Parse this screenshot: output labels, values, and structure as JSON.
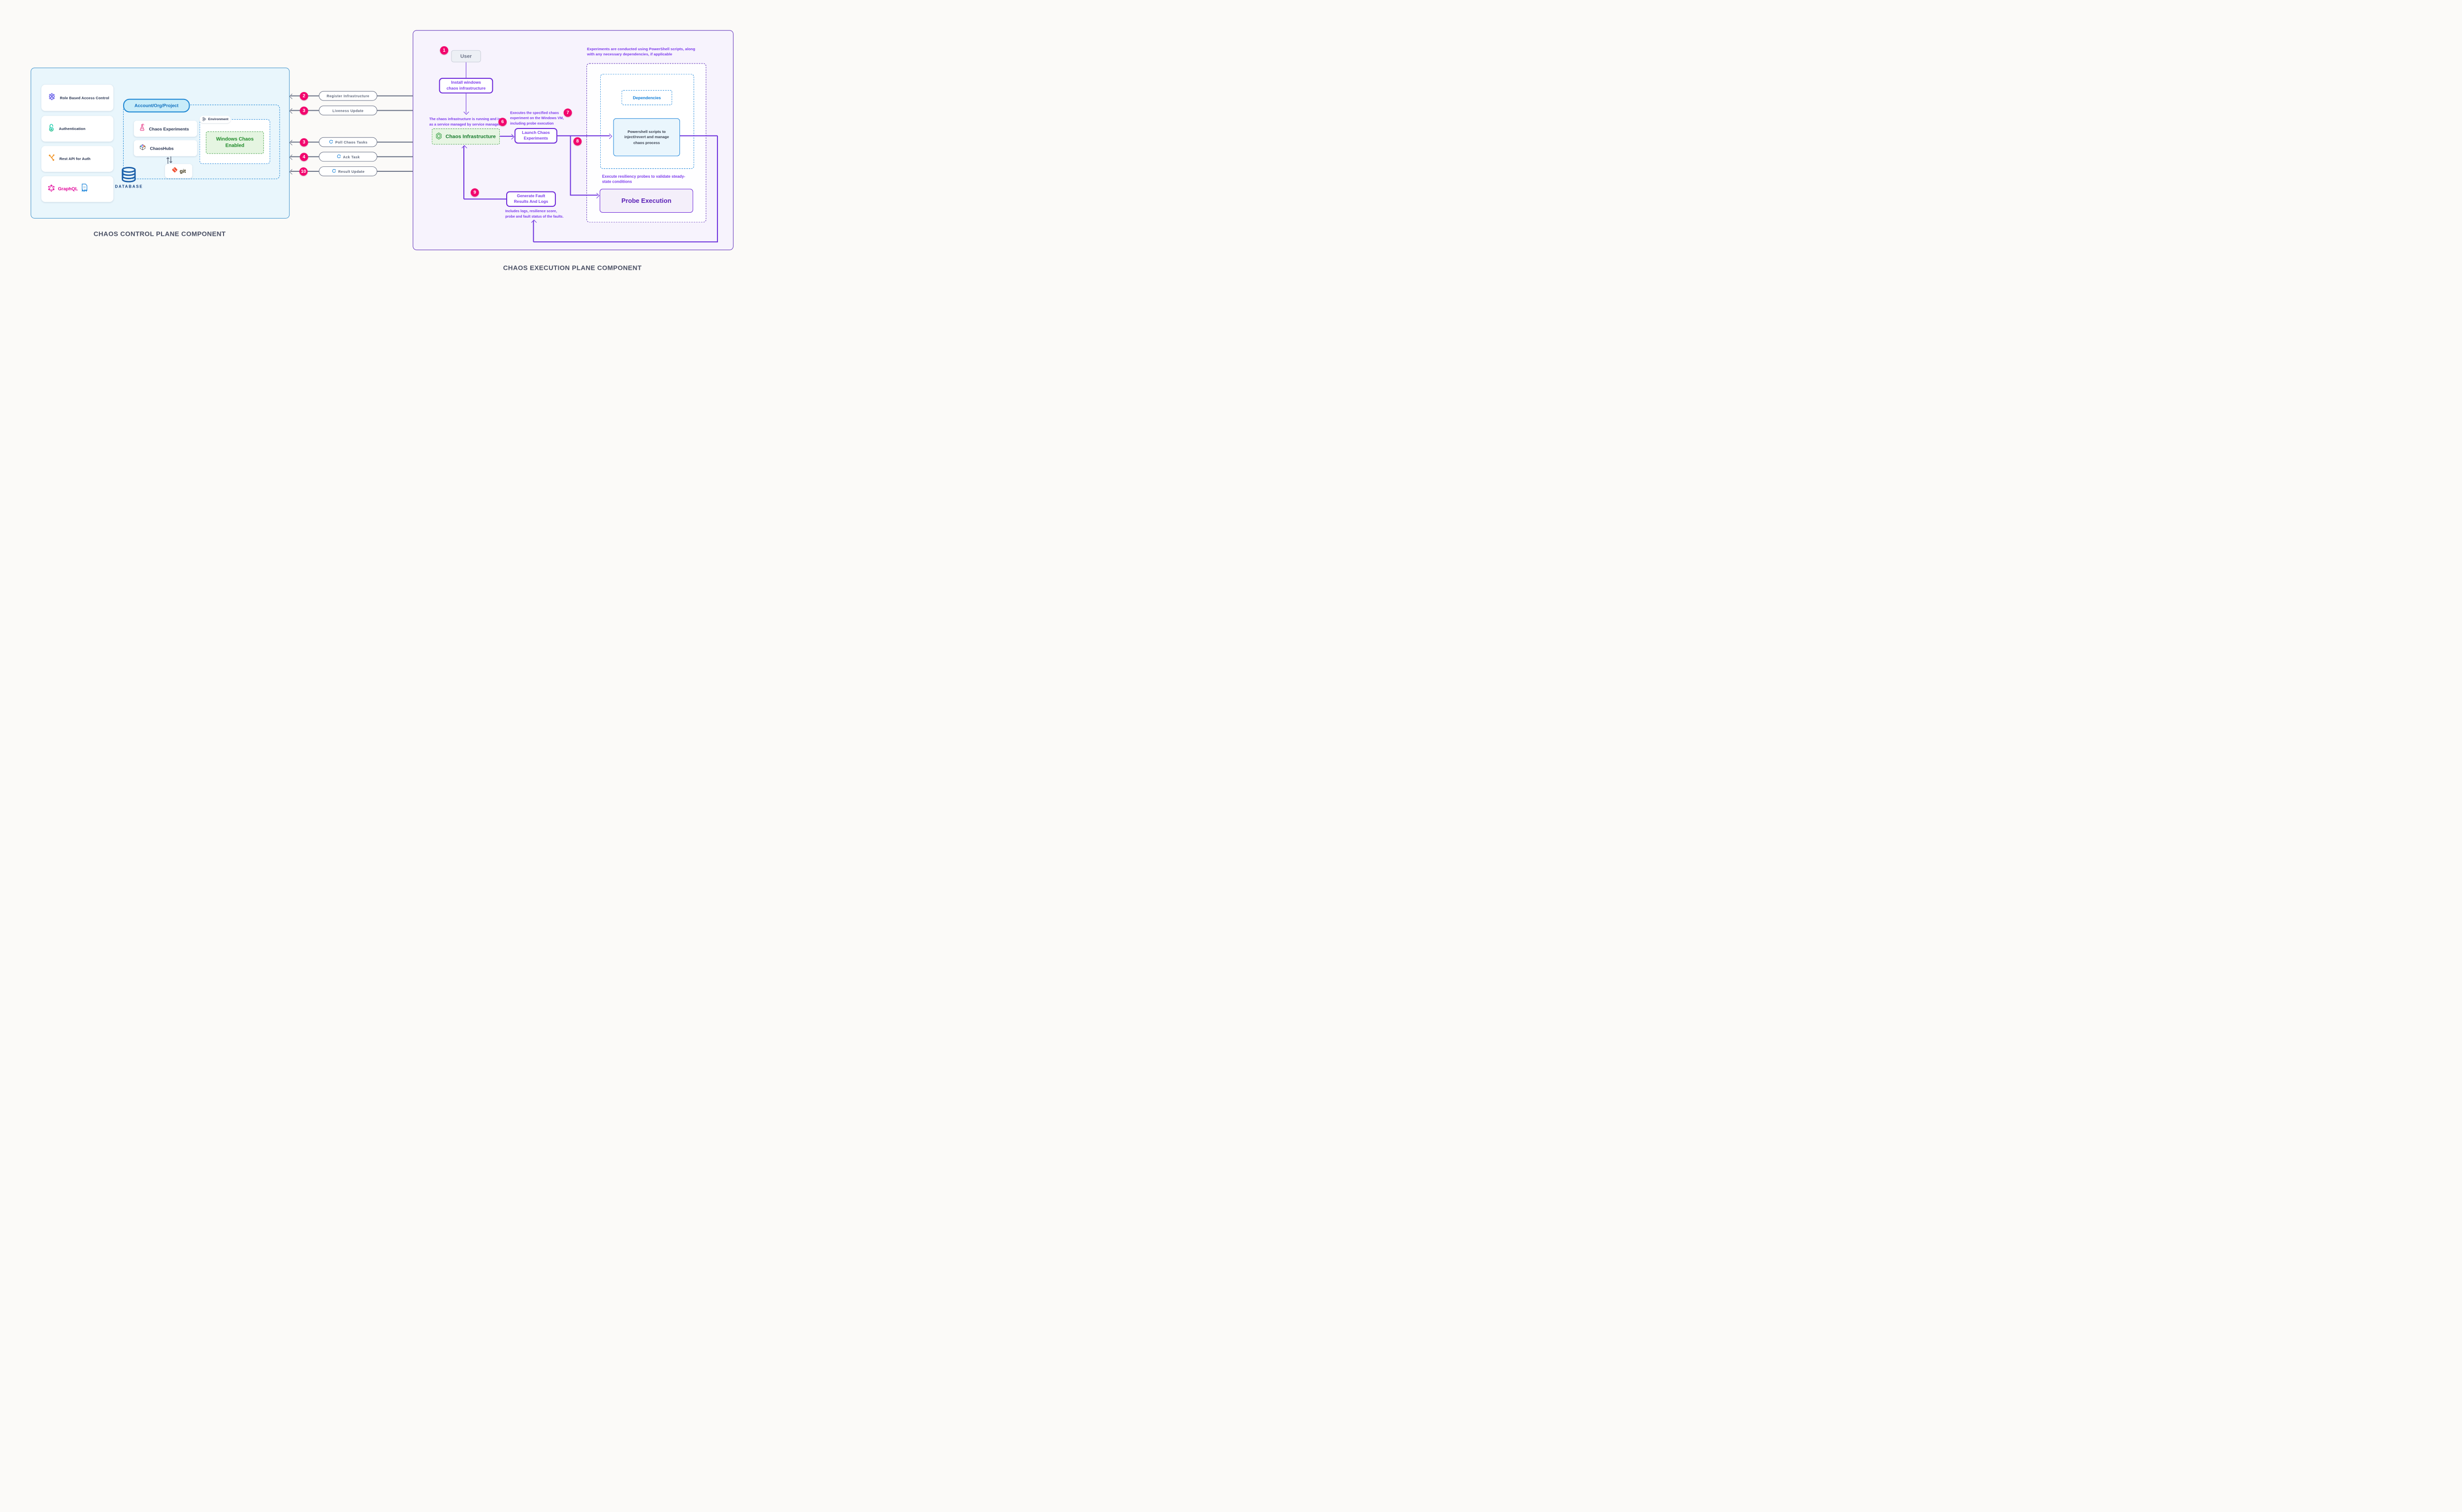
{
  "control_plane": {
    "title": "CHAOS CONTROL PLANE COMPONENT",
    "cards": [
      {
        "label": "Role Based Access Control",
        "icon": "rbac-icon"
      },
      {
        "label": "Authentication",
        "icon": "auth-icon"
      },
      {
        "label": "Rest API for Auth",
        "icon": "rest-api-icon"
      },
      {
        "label": "GraphQL",
        "icon": "graphql-icon",
        "api_label": "API"
      }
    ],
    "account_pill_label": "Account/Org/Project",
    "chaos_experiments_label": "Chaos Experiments",
    "chaoshubs_label": "ChaosHubs",
    "git_label": "git",
    "environment_label": "Environment",
    "windows_chaos_enabled_label": "Windows Chaos\nEnabled",
    "database_label": "DATABASE"
  },
  "connectors": [
    {
      "num": "2",
      "label": "Register Infrastructure"
    },
    {
      "num": "3",
      "label": "Liveness Update"
    },
    {
      "num": "3",
      "label": "Poll Chaos Tasks"
    },
    {
      "num": "4",
      "label": "Ack Task"
    },
    {
      "num": "10",
      "label": "Result Update"
    }
  ],
  "execution_plane": {
    "title": "CHAOS EXECUTION PLANE COMPONENT",
    "powershell_note": "Experiments are conducted using PowerShell scripts, along\nwith any necessary dependencies, if applicable",
    "step1_badge": "1",
    "user_label": "User",
    "install_label": "Install windows\nchaos infrastructure",
    "running_note": "The chaos infrastructure is running and is\nas a service managed by service manager",
    "step6_badge": "6",
    "chaos_infrastructure_label": "Chaos Infrastructure",
    "launch_label": "Launch Chaos\nExperiments",
    "executes_note": "Executes the specified chaos\nexperiment on the Windows VM,\nincluding probe execution",
    "step7_badge": "7",
    "step8_badge": "8",
    "dependencies_label": "Dependencies",
    "powershell_box_label": "Powershell scripts to\ninject/revert and manage\nchaos process",
    "probe_note": "Execute resiliency probes to validate steady-\nstate conditions",
    "probe_label": "Probe Execution",
    "step9_badge": "9",
    "generate_label": "Generate Fault\nResults And Logs",
    "includes_note": "Includes logs, resilience score,\nprobe and fault status of the faults."
  },
  "colors": {
    "badge_pink": "#F2076E",
    "purple_line": "#6D31DC",
    "purple_text": "#7C3AED",
    "blue": "#1B84D9",
    "green": "#2E9B3D",
    "slate": "#6A7286"
  }
}
